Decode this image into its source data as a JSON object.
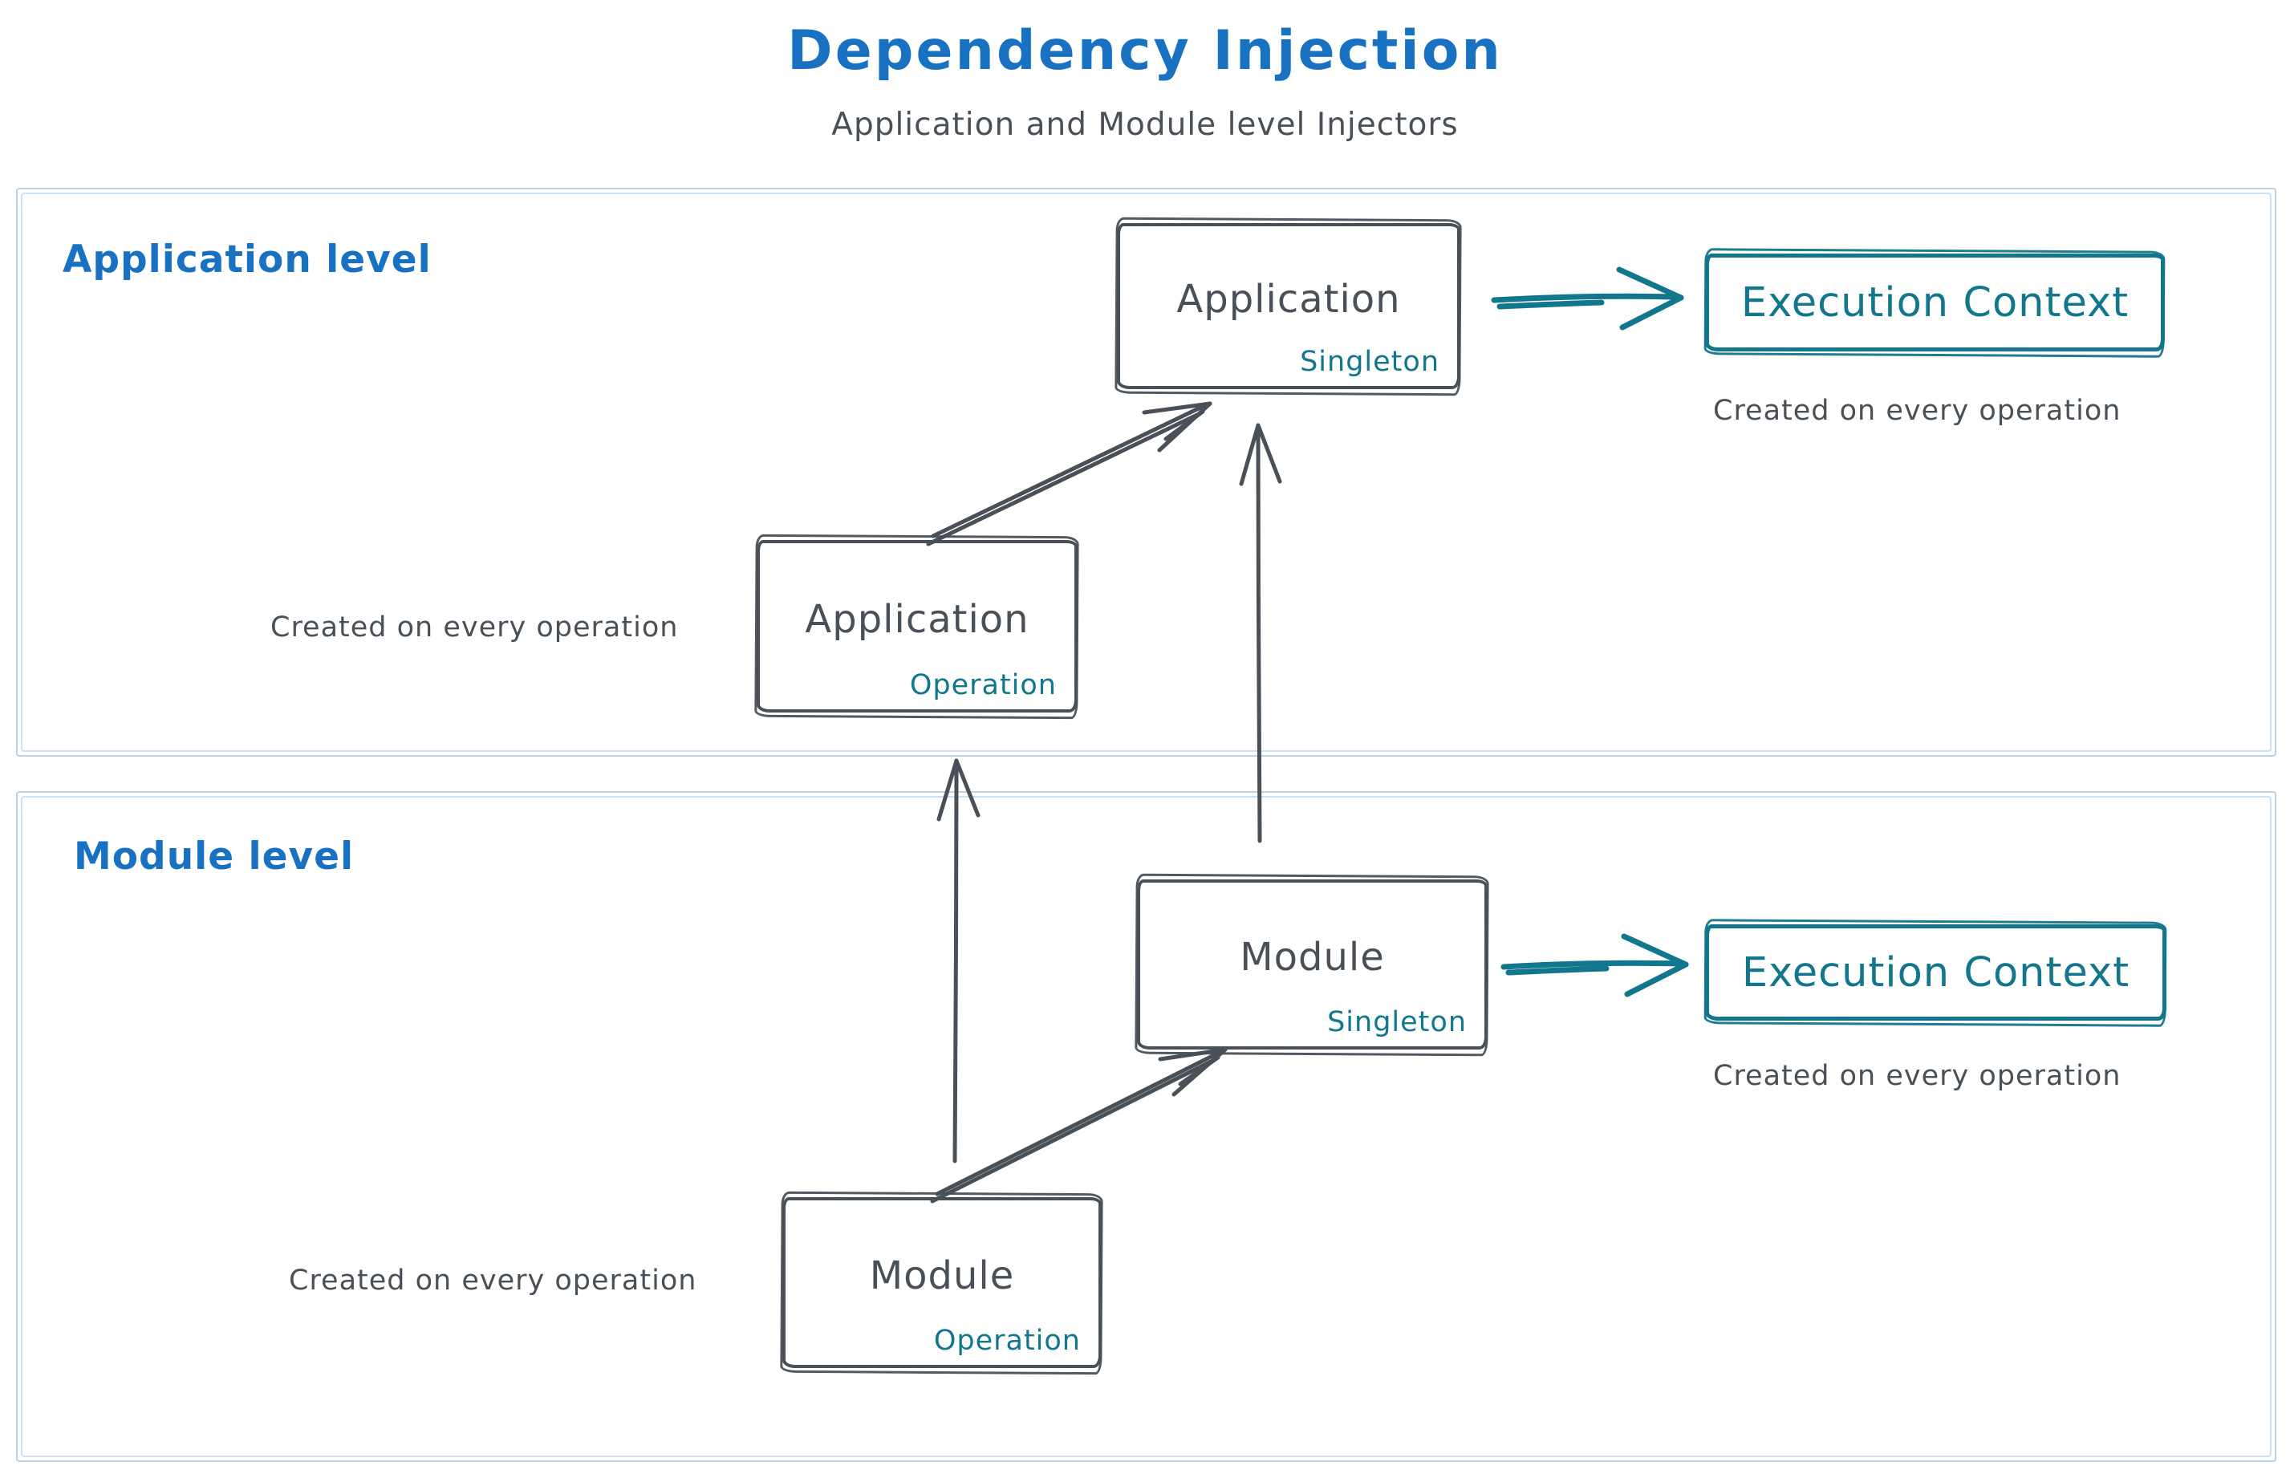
{
  "title": "Dependency Injection",
  "subtitle": "Application and Module level Injectors",
  "colors": {
    "accent_blue": "#1971c2",
    "stroke_gray": "#495057",
    "accent_teal": "#12768c",
    "section_border": "#b9d2ec"
  },
  "app": {
    "label": "Application level",
    "singleton": {
      "title": "Application",
      "tag": "Singleton"
    },
    "execution": {
      "title": "Execution Context",
      "caption": "Created on every operation"
    },
    "operation": {
      "title": "Application",
      "tag": "Operation",
      "caption": "Created on every operation"
    }
  },
  "module": {
    "label": "Module level",
    "singleton": {
      "title": "Module",
      "tag": "Singleton"
    },
    "execution": {
      "title": "Execution Context",
      "caption": "Created on every operation"
    },
    "operation": {
      "title": "Module",
      "tag": "Operation",
      "caption": "Created on every operation"
    }
  }
}
